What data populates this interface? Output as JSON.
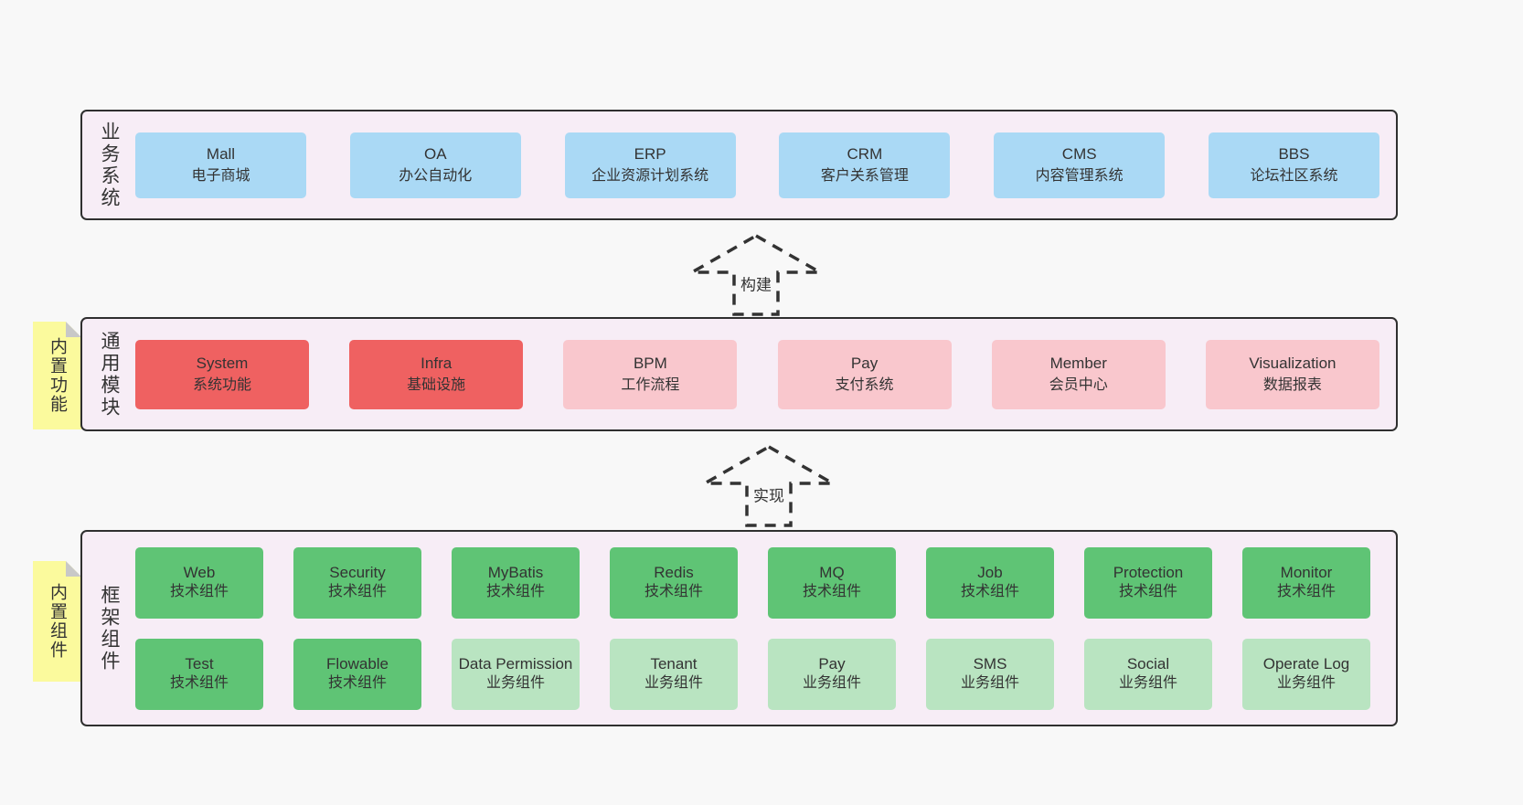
{
  "colors": {
    "page_background": "#f8f8f8",
    "container_fill": "#f7edf6",
    "container_border": "#2f2f2f",
    "business_blue": "#aad9f5",
    "module_red": "#ef6161",
    "module_pink": "#f9c7cd",
    "component_green": "#5fc475",
    "component_green_light": "#b9e4c1",
    "note_yellow": "#fbfa9d",
    "note_fold_gray": "#c8c8c8"
  },
  "arrows": [
    {
      "label": "构建"
    },
    {
      "label": "实现"
    }
  ],
  "layers": [
    {
      "label": "业务系统",
      "boxes": [
        {
          "title": "Mall",
          "subtitle": "电子商城"
        },
        {
          "title": "OA",
          "subtitle": "办公自动化"
        },
        {
          "title": "ERP",
          "subtitle": "企业资源计划系统"
        },
        {
          "title": "CRM",
          "subtitle": "客户关系管理"
        },
        {
          "title": "CMS",
          "subtitle": "内容管理系统"
        },
        {
          "title": "BBS",
          "subtitle": "论坛社区系统"
        }
      ]
    },
    {
      "label": "通用模块",
      "note": "内置功能",
      "boxes": [
        {
          "title": "System",
          "subtitle": "系统功能"
        },
        {
          "title": "Infra",
          "subtitle": "基础设施"
        },
        {
          "title": "BPM",
          "subtitle": "工作流程"
        },
        {
          "title": "Pay",
          "subtitle": "支付系统"
        },
        {
          "title": "Member",
          "subtitle": "会员中心"
        },
        {
          "title": "Visualization",
          "subtitle": "数据报表"
        }
      ]
    },
    {
      "label": "框架组件",
      "note": "内置组件",
      "rows": [
        [
          {
            "title": "Web",
            "subtitle": "技术组件"
          },
          {
            "title": "Security",
            "subtitle": "技术组件"
          },
          {
            "title": "MyBatis",
            "subtitle": "技术组件"
          },
          {
            "title": "Redis",
            "subtitle": "技术组件"
          },
          {
            "title": "MQ",
            "subtitle": "技术组件"
          },
          {
            "title": "Job",
            "subtitle": "技术组件"
          },
          {
            "title": "Protection",
            "subtitle": "技术组件"
          },
          {
            "title": "Monitor",
            "subtitle": "技术组件"
          }
        ],
        [
          {
            "title": "Test",
            "subtitle": "技术组件"
          },
          {
            "title": "Flowable",
            "subtitle": "技术组件"
          },
          {
            "title": "Data Permission",
            "subtitle": "业务组件"
          },
          {
            "title": "Tenant",
            "subtitle": "业务组件"
          },
          {
            "title": "Pay",
            "subtitle": "业务组件"
          },
          {
            "title": "SMS",
            "subtitle": "业务组件"
          },
          {
            "title": "Social",
            "subtitle": "业务组件"
          },
          {
            "title": "Operate Log",
            "subtitle": "业务组件"
          }
        ]
      ]
    }
  ]
}
